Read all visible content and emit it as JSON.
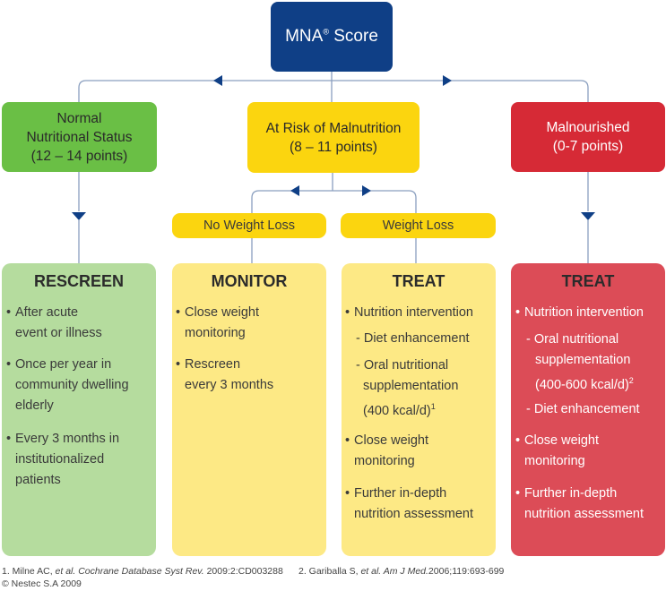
{
  "top": {
    "title": "MNA",
    "sup": "®",
    "title_suffix": " Score"
  },
  "status": {
    "normal": {
      "line1": "Normal",
      "line2": "Nutritional Status",
      "line3": "(12 – 14 points)"
    },
    "risk": {
      "line1": "At Risk of Malnutrition",
      "line2": "(8 – 11 points)"
    },
    "malnourished": {
      "line1": "Malnourished",
      "line2": "(0-7 points)"
    }
  },
  "branches": {
    "no_loss": "No Weight Loss",
    "loss": "Weight Loss"
  },
  "cards": {
    "rescreen": {
      "title": "RESCREEN",
      "items": [
        {
          "l1": "After acute",
          "l2": "event or illness"
        },
        {
          "l1": "Once per year in",
          "l2": "community dwelling",
          "l3": "elderly"
        },
        {
          "l1": "Every 3 months in",
          "l2": "institutionalized",
          "l3": "patients"
        }
      ]
    },
    "monitor": {
      "title": "MONITOR",
      "items": [
        {
          "l1": "Close weight",
          "l2": "monitoring"
        },
        {
          "l1": "Rescreen",
          "l2": "every 3 months"
        }
      ]
    },
    "treat_risk": {
      "title": "TREAT",
      "i1": "Nutrition intervention",
      "s1": "- Diet enhancement",
      "s2a": "- Oral nutritional",
      "s2b": "supplementation",
      "s2c": "(400 kcal/d)",
      "s2sup": "1",
      "i2a": "Close weight",
      "i2b": "monitoring",
      "i3a": "Further in-depth",
      "i3b": "nutrition assessment"
    },
    "treat_mal": {
      "title": "TREAT",
      "i1": "Nutrition intervention",
      "s1a": "- Oral nutritional",
      "s1b": "supplementation",
      "s1c": "(400-600 kcal/d)",
      "s1sup": "2",
      "s2": "- Diet enhancement",
      "i2a": "Close weight",
      "i2b": "monitoring",
      "i3a": "Further in-depth",
      "i3b": "nutrition assessment"
    }
  },
  "footer": {
    "ref1_pre": "1. Milne AC, ",
    "ref1_em": "et al. Cochrane Database Syst Rev.",
    "ref1_post": " 2009:2:CD003288",
    "ref2_pre": "2. Gariballa S, ",
    "ref2_em": "et al. Am J Med.",
    "ref2_post": "2006;119:693-699",
    "copyright": "© Nestec S.A 2009"
  },
  "colors": {
    "navy": "#0f3f86",
    "green": "#6abf45",
    "green_light": "#b5dc9e",
    "yellow": "#fbd50f",
    "yellow_light": "#fde985",
    "red": "#d62a36",
    "red_light": "#dc4c57",
    "line": "#8a9fbf"
  }
}
